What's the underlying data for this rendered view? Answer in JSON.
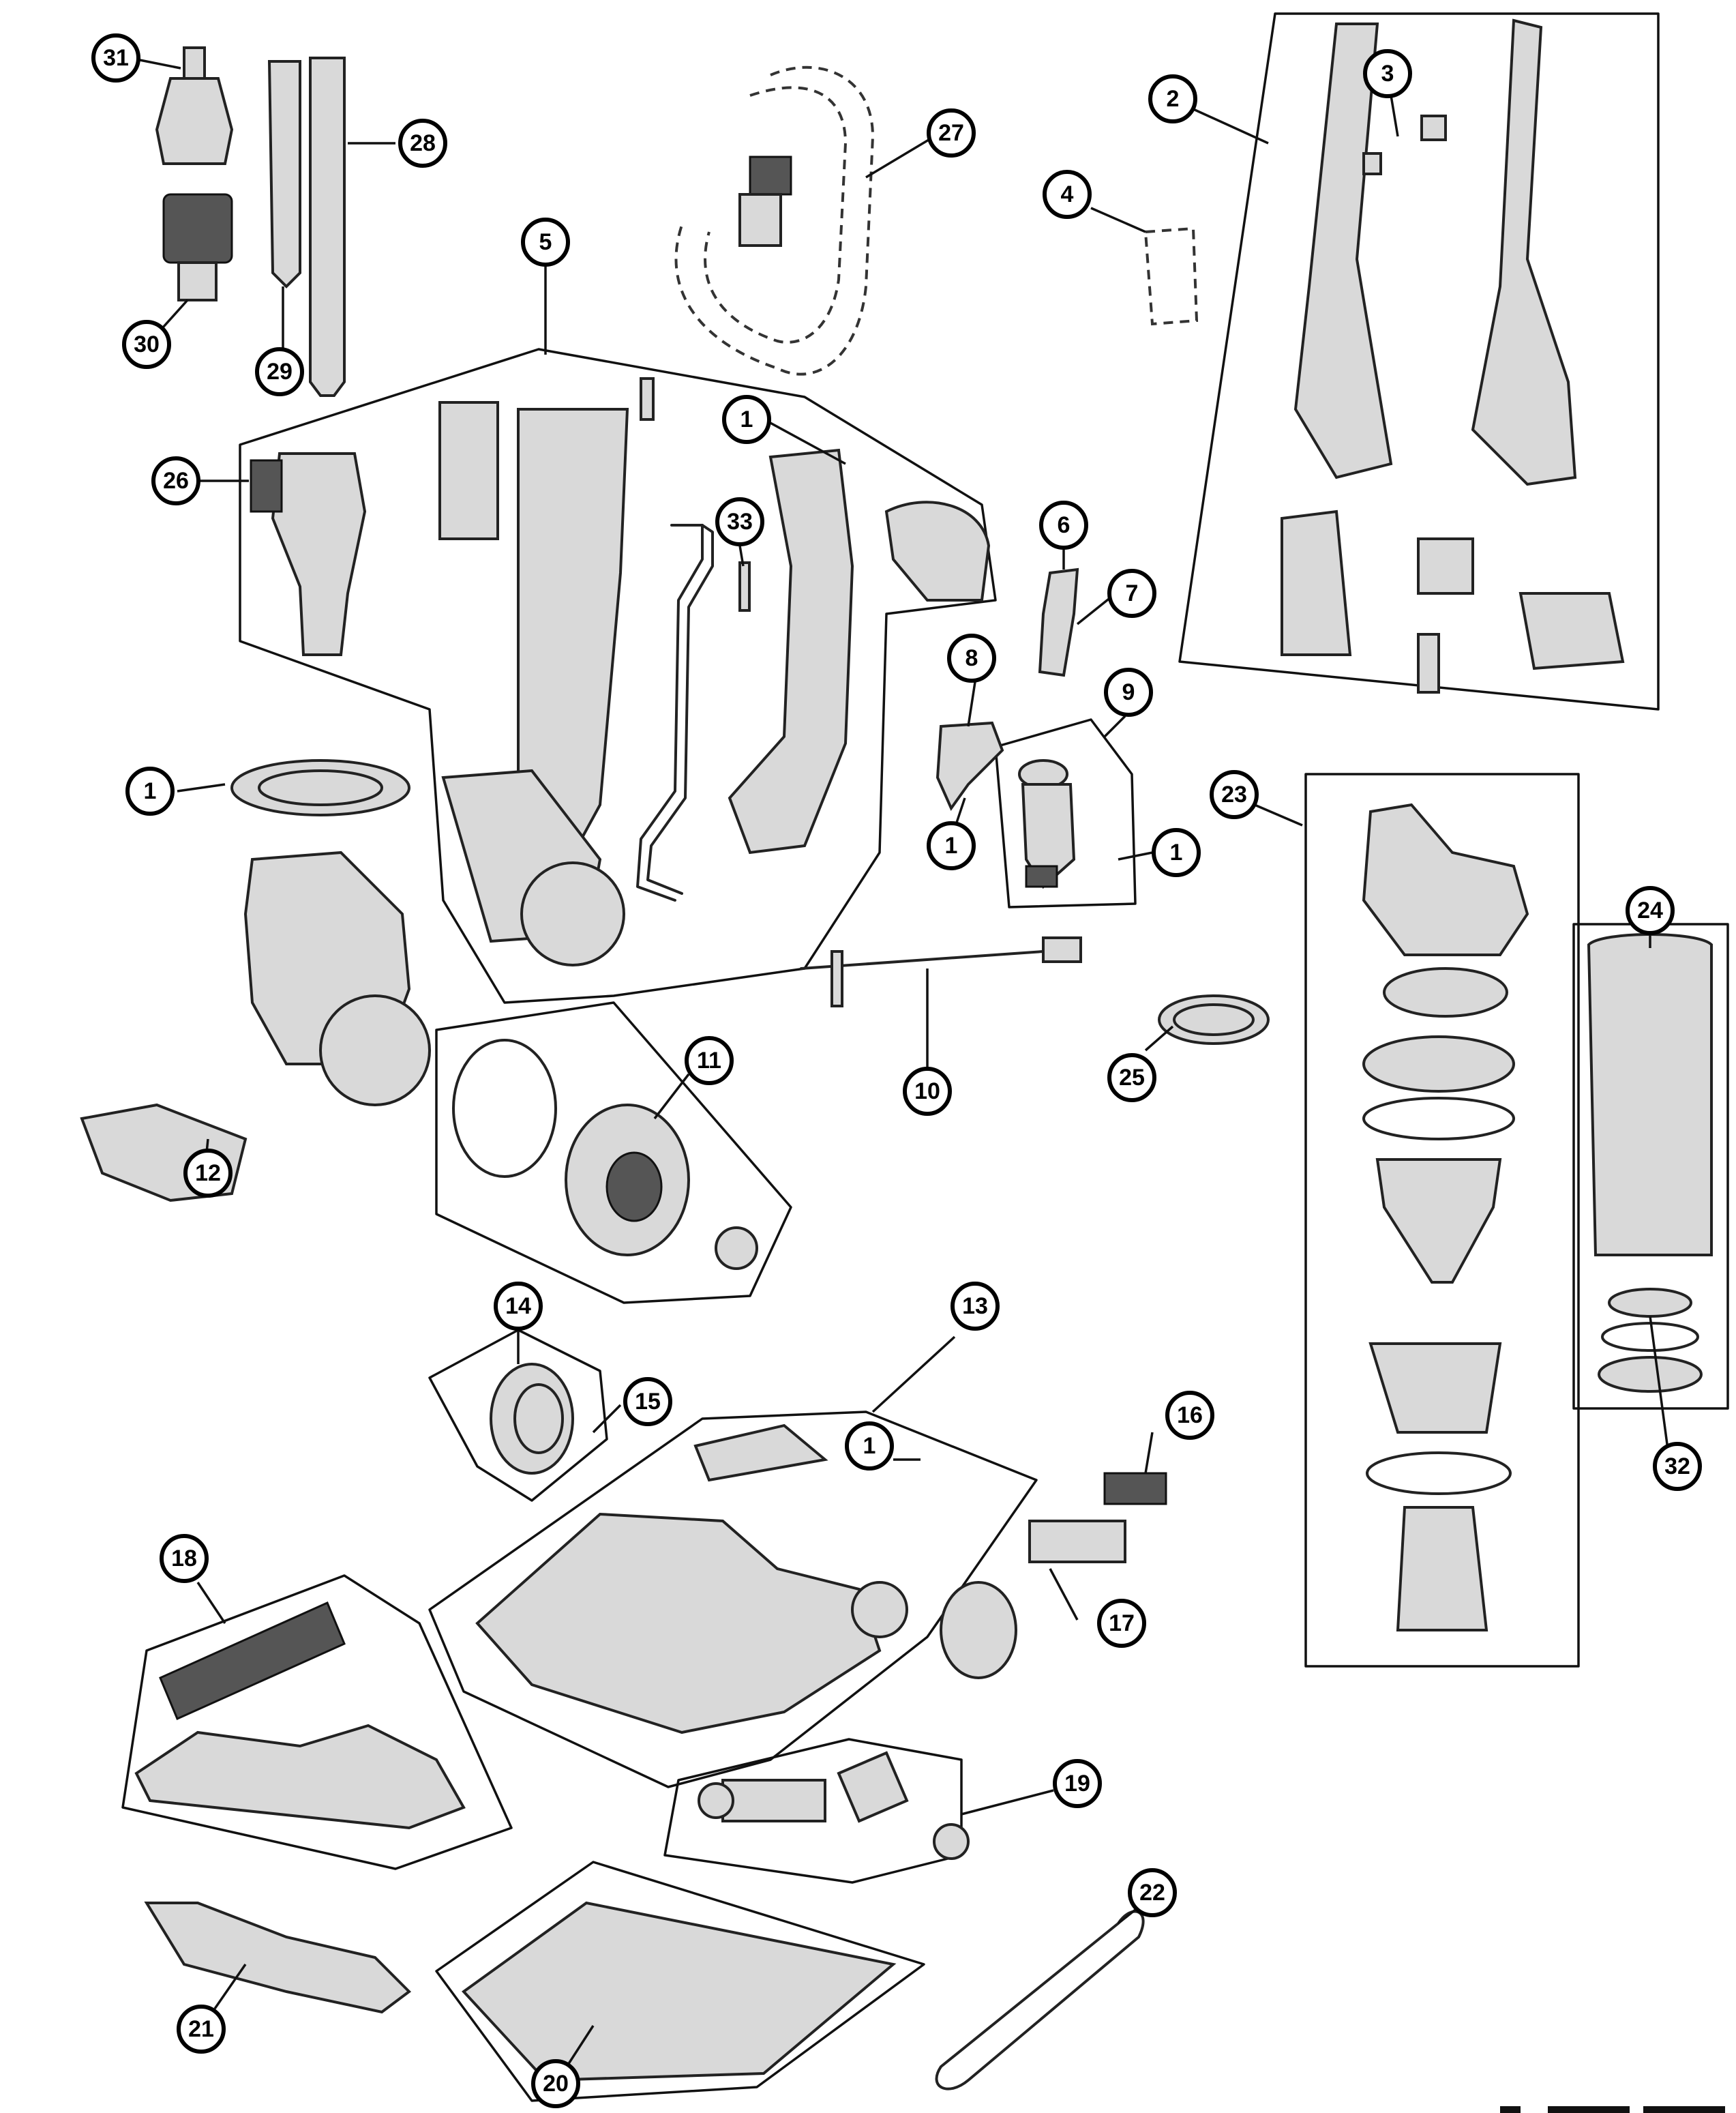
{
  "callouts": [
    {
      "id": "c31",
      "label": "31"
    },
    {
      "id": "c28",
      "label": "28"
    },
    {
      "id": "c30",
      "label": "30"
    },
    {
      "id": "c29",
      "label": "29"
    },
    {
      "id": "c27",
      "label": "27"
    },
    {
      "id": "c2",
      "label": "2"
    },
    {
      "id": "c3",
      "label": "3"
    },
    {
      "id": "c4",
      "label": "4"
    },
    {
      "id": "c5",
      "label": "5"
    },
    {
      "id": "c1a",
      "label": "1"
    },
    {
      "id": "c26",
      "label": "26"
    },
    {
      "id": "c33",
      "label": "33"
    },
    {
      "id": "c6",
      "label": "6"
    },
    {
      "id": "c7",
      "label": "7"
    },
    {
      "id": "c8",
      "label": "8"
    },
    {
      "id": "c9",
      "label": "9"
    },
    {
      "id": "c1b",
      "label": "1"
    },
    {
      "id": "c1c",
      "label": "1"
    },
    {
      "id": "c1d",
      "label": "1"
    },
    {
      "id": "c23",
      "label": "23"
    },
    {
      "id": "c24",
      "label": "24"
    },
    {
      "id": "c11",
      "label": "11"
    },
    {
      "id": "c10",
      "label": "10"
    },
    {
      "id": "c25",
      "label": "25"
    },
    {
      "id": "c12",
      "label": "12"
    },
    {
      "id": "c14",
      "label": "14"
    },
    {
      "id": "c13",
      "label": "13"
    },
    {
      "id": "c15",
      "label": "15"
    },
    {
      "id": "c1e",
      "label": "1"
    },
    {
      "id": "c16",
      "label": "16"
    },
    {
      "id": "c17",
      "label": "17"
    },
    {
      "id": "c32",
      "label": "32"
    },
    {
      "id": "c18",
      "label": "18"
    },
    {
      "id": "c19",
      "label": "19"
    },
    {
      "id": "c22",
      "label": "22"
    },
    {
      "id": "c21",
      "label": "21"
    },
    {
      "id": "c20",
      "label": "20"
    }
  ]
}
